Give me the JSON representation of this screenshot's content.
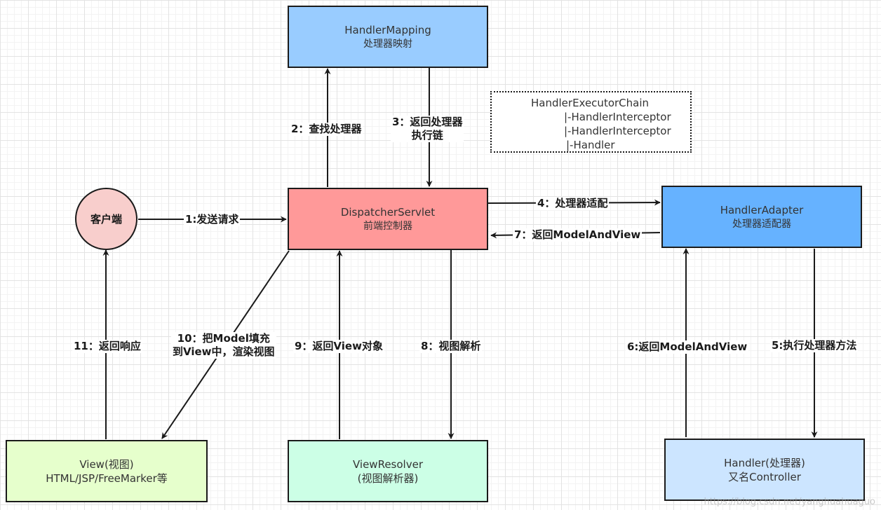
{
  "nodes": {
    "client": {
      "label": "客户端"
    },
    "handler_mapping": {
      "line1": "HandlerMapping",
      "line2": "处理器映射"
    },
    "dispatcher": {
      "line1": "DispatcherServlet",
      "line2": "前端控制器"
    },
    "handler_adapter": {
      "line1": "HandlerAdapter",
      "line2": "处理器适配器"
    },
    "view": {
      "line1": "View(视图)",
      "line2": "HTML/JSP/FreeMarker等"
    },
    "view_resolver": {
      "line1": "ViewResolver",
      "line2": "(视图解析器)"
    },
    "handler": {
      "line1": "Handler(处理器)",
      "line2": "又名Controller"
    }
  },
  "chain_note": {
    "title": "HandlerExecutorChain",
    "items": [
      "|-HandlerInterceptor",
      "|-HandlerInterceptor",
      "|-Handler"
    ]
  },
  "edges": {
    "e1": "1:发送请求",
    "e2": "2：查找处理器",
    "e3_line1": "3：返回处理器",
    "e3_line2": "执行链",
    "e4": "4：处理器适配",
    "e5": "5:执行处理器方法",
    "e6": "6:返回ModelAndView",
    "e7": "7：返回ModelAndView",
    "e8": "8：视图解析",
    "e9": "9：返回View对象",
    "e10_line1": "10：把Model填充",
    "e10_line2": "到View中，渲染视图",
    "e11": "11：返回响应"
  },
  "colors": {
    "handler_mapping": "#99ccff",
    "dispatcher": "#ff9999",
    "handler_adapter": "#66b2ff",
    "view": "#e6ffcc",
    "view_resolver": "#ccffe6",
    "handler": "#cce5ff",
    "client": "#f8cecc"
  },
  "watermark": "https://blog.csdn.net/yanghuahuaguo"
}
